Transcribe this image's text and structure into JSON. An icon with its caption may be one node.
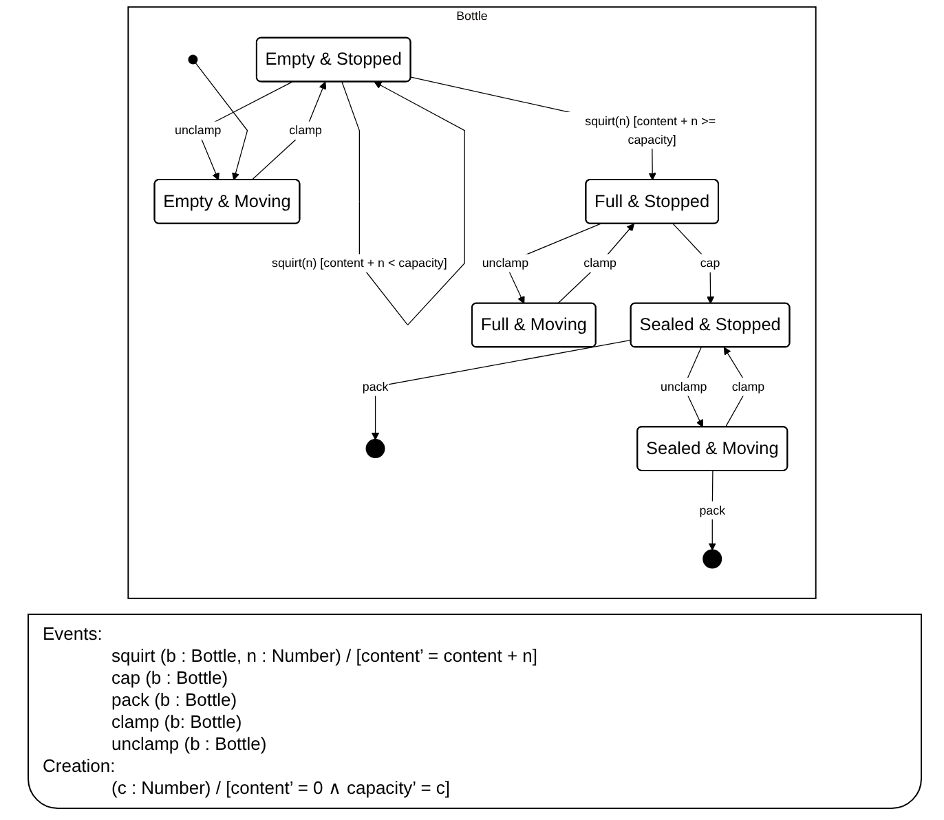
{
  "diagram": {
    "nodes": [
      {
        "text": [
          "Bottle"
        ]
      },
      {
        "text": [
          "Empty & Stopped"
        ],
        "in": 0
      },
      {
        "text": [
          "Empty & Moving"
        ],
        "in": 0
      },
      {
        "text": [],
        "shape": "circle",
        "in": 0
      },
      {
        "text": [
          "Full & Stopped"
        ],
        "in": 0
      },
      {
        "text": [
          "Full & Moving"
        ],
        "in": 0
      },
      {
        "text": [],
        "shape": "bullseye",
        "in": 0
      },
      {
        "text": [
          "Sealed & Stopped"
        ],
        "in": 0
      },
      {
        "text": [
          "Sealed & Moving"
        ],
        "in": 0
      },
      {
        "text": [],
        "shape": "bullseye",
        "in": 0
      }
    ],
    "edges": [
      {
        "from": 1,
        "to": 2,
        "arrow": "to",
        "label": "unclamp"
      },
      {
        "from": 2,
        "to": 1,
        "arrow": "to",
        "label": "clamp"
      },
      {
        "from": 3,
        "to": 2,
        "arrow": "to"
      },
      {
        "from": 1,
        "to": 1,
        "arrow": "to",
        "label": "squirt(n) [content + n < capacity]"
      },
      {
        "from": 1,
        "to": 4,
        "arrow": "to",
        "label": "squirt(n) [content + n >= capacity]"
      },
      {
        "from": 4,
        "to": 5,
        "arrow": "to",
        "label": "unclamp"
      },
      {
        "from": 5,
        "to": 4,
        "arrow": "to",
        "label": "clamp"
      },
      {
        "from": 4,
        "to": 7,
        "arrow": "to",
        "label": "cap"
      },
      {
        "from": 7,
        "to": 6,
        "arrow": "to",
        "label": "pack"
      },
      {
        "from": 7,
        "to": 8,
        "arrow": "to",
        "label": "unclamp"
      },
      {
        "from": 8,
        "to": 7,
        "arrow": "to",
        "label": "clamp"
      },
      {
        "from": 8,
        "to": 9,
        "arrow": "to",
        "label": "pack"
      }
    ],
    "labels": [
      "Events:",
      "squirt (b : Bottle, n : Number) / [content’ = content + n]",
      "cap (b : Bottle)",
      "pack (b : Bottle)",
      "clamp (b: Bottle)",
      "unclamp (b : Bottle)",
      "Creation:",
      "(c : Number) / [content’ = 0 ∧ capacity’ = c]"
    ]
  }
}
